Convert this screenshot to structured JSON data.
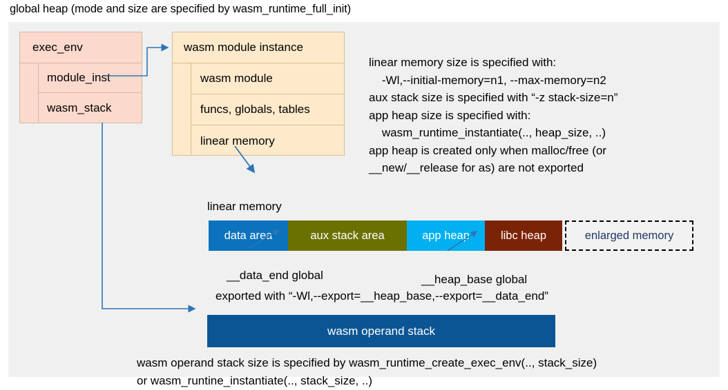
{
  "title": "global heap (mode and size are specified by wasm_runtime_full_init)",
  "colors": {
    "panel_bg": "#f0f0f0",
    "exec_env_fill": "#fbd9cc",
    "module_instance_fill": "#fdeacb",
    "data_area": "#0b72bd",
    "aux_stack_area": "#6b7100",
    "app_heap": "#00b0f0",
    "libc_heap": "#7b2306",
    "enlarged_memory_text": "#1f3864",
    "operand_stack": "#0b5595",
    "arrow": "#2e75b6"
  },
  "exec_env": {
    "header": "exec_env",
    "fields": [
      {
        "label": "module_inst"
      },
      {
        "label": "wasm_stack"
      }
    ]
  },
  "module_instance": {
    "header": "wasm module instance",
    "rows": [
      {
        "label": "wasm module"
      },
      {
        "label": "funcs, globals, tables"
      },
      {
        "label": "linear memory"
      }
    ]
  },
  "memory_notes": "linear memory size is specified with:\n    -Wl,--initial-memory=n1, --max-memory=n2\naux stack size is specified with “-z stack-size=n”\napp heap size is specified with:\n    wasm_runtime_instantiate(.., heap_size, ..)\napp heap is created only when malloc/free (or\n__new/__release for as) are not exported",
  "linear_memory": {
    "label": "linear memory",
    "segments": [
      {
        "label": "data area",
        "color": "#0b72bd",
        "width": 115,
        "dashed": false
      },
      {
        "label": "aux stack area",
        "color": "#6b7100",
        "width": 172,
        "dashed": false
      },
      {
        "label": "app heap",
        "color": "#00b0f0",
        "width": 113,
        "dashed": false
      },
      {
        "label": "libc heap",
        "color": "#7b2306",
        "width": 112,
        "dashed": false
      },
      {
        "label": "enlarged memory",
        "color": "#f2f2f2",
        "width": 186,
        "dashed": true
      }
    ]
  },
  "pointers": {
    "data_end": "__data_end global",
    "heap_base": "__heap_base global",
    "exported_with": "exported with “-Wl,--export=__heap_base,--export=__data_end”"
  },
  "operand_stack": {
    "label": "wasm operand stack",
    "notes": "wasm operand stack size is specified by wasm_runtime_create_exec_env(.., stack_size)\nor wasm_runtine_instantiate(.., stack_size, ..)"
  }
}
